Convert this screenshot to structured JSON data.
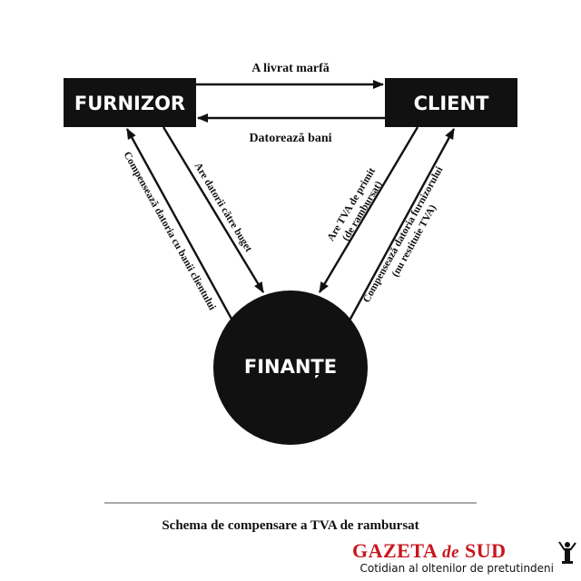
{
  "nodes": {
    "furnizor": "FURNIZOR",
    "client": "CLIENT",
    "finante": "FINANȚE"
  },
  "edges": {
    "furnizor_to_client": "A livrat marfă",
    "client_to_furnizor": "Datorează bani",
    "furnizor_to_finante": "Are datorii către buget",
    "finante_to_furnizor": "Compensează datoria cu banii clientului",
    "client_to_finante_line1": "Are TVA de primit",
    "client_to_finante_line2": "(de rambursat)",
    "finante_to_client_line1": "Compensează datoria furnizorului",
    "finante_to_client_line2": "(nu restituie TVA)"
  },
  "caption": "Schema de compensare a TVA de rambursat",
  "logo": {
    "brand_main": "GAZETA",
    "brand_de": "de",
    "brand_sud": "SUD",
    "tagline": "Cotidian al oltenilor de pretutindeni",
    "icon": "statue-icon"
  },
  "colors": {
    "node_fill": "#111111",
    "brand_red": "#c8161d"
  }
}
